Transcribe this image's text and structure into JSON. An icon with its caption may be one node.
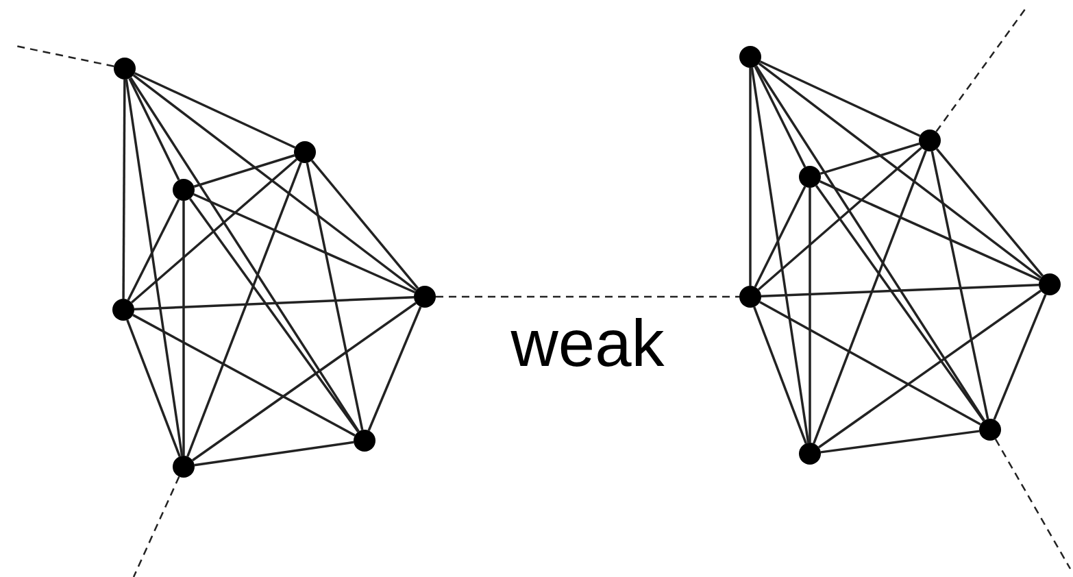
{
  "diagram": {
    "nodes": [
      {
        "text": [],
        "shape": "circle"
      },
      {
        "text": [],
        "shape": "circle"
      },
      {
        "text": [],
        "shape": "circle"
      },
      {
        "text": [],
        "shape": "circle"
      },
      {
        "text": [],
        "shape": "circle"
      },
      {
        "text": [],
        "shape": "circle"
      },
      {
        "text": [],
        "shape": "circle"
      },
      {
        "text": [],
        "shape": "circle"
      },
      {
        "text": [],
        "shape": "circle"
      },
      {
        "text": [],
        "shape": "circle"
      },
      {
        "text": [],
        "shape": "circle"
      },
      {
        "text": [],
        "shape": "circle"
      },
      {
        "text": [],
        "shape": "circle"
      },
      {
        "text": [],
        "shape": "circle"
      }
    ],
    "edges": [
      {
        "from": 0,
        "to": 1,
        "arrow": "none"
      },
      {
        "from": 0,
        "to": 2,
        "arrow": "none"
      },
      {
        "from": 0,
        "to": 3,
        "arrow": "none"
      },
      {
        "from": 0,
        "to": 4,
        "arrow": "none"
      },
      {
        "from": 0,
        "to": 5,
        "arrow": "none"
      },
      {
        "from": 0,
        "to": 6,
        "arrow": "none"
      },
      {
        "from": 1,
        "to": 2,
        "arrow": "none"
      },
      {
        "from": 1,
        "to": 3,
        "arrow": "none"
      },
      {
        "from": 1,
        "to": 4,
        "arrow": "none"
      },
      {
        "from": 1,
        "to": 5,
        "arrow": "none"
      },
      {
        "from": 1,
        "to": 6,
        "arrow": "none"
      },
      {
        "from": 2,
        "to": 3,
        "arrow": "none"
      },
      {
        "from": 2,
        "to": 4,
        "arrow": "none"
      },
      {
        "from": 2,
        "to": 5,
        "arrow": "none"
      },
      {
        "from": 2,
        "to": 6,
        "arrow": "none"
      },
      {
        "from": 3,
        "to": 4,
        "arrow": "none"
      },
      {
        "from": 3,
        "to": 5,
        "arrow": "none"
      },
      {
        "from": 3,
        "to": 6,
        "arrow": "none"
      },
      {
        "from": 4,
        "to": 5,
        "arrow": "none"
      },
      {
        "from": 4,
        "to": 6,
        "arrow": "none"
      },
      {
        "from": 5,
        "to": 6,
        "arrow": "none"
      },
      {
        "from": 7,
        "to": 8,
        "arrow": "none"
      },
      {
        "from": 7,
        "to": 9,
        "arrow": "none"
      },
      {
        "from": 7,
        "to": 10,
        "arrow": "none"
      },
      {
        "from": 7,
        "to": 11,
        "arrow": "none"
      },
      {
        "from": 7,
        "to": 12,
        "arrow": "none"
      },
      {
        "from": 7,
        "to": 13,
        "arrow": "none"
      },
      {
        "from": 8,
        "to": 9,
        "arrow": "none"
      },
      {
        "from": 8,
        "to": 10,
        "arrow": "none"
      },
      {
        "from": 8,
        "to": 11,
        "arrow": "none"
      },
      {
        "from": 8,
        "to": 12,
        "arrow": "none"
      },
      {
        "from": 8,
        "to": 13,
        "arrow": "none"
      },
      {
        "from": 9,
        "to": 10,
        "arrow": "none"
      },
      {
        "from": 9,
        "to": 11,
        "arrow": "none"
      },
      {
        "from": 9,
        "to": 12,
        "arrow": "none"
      },
      {
        "from": 9,
        "to": 13,
        "arrow": "none"
      },
      {
        "from": 10,
        "to": 11,
        "arrow": "none"
      },
      {
        "from": 10,
        "to": 12,
        "arrow": "none"
      },
      {
        "from": 10,
        "to": 13,
        "arrow": "none"
      },
      {
        "from": 11,
        "to": 12,
        "arrow": "none"
      },
      {
        "from": 11,
        "to": 13,
        "arrow": "none"
      },
      {
        "from": 12,
        "to": 13,
        "arrow": "none"
      },
      {
        "from": 4,
        "to": 10,
        "arrow": "none",
        "style": "dashed",
        "label": "weak"
      },
      {
        "from": 0,
        "to": null,
        "arrow": "none",
        "style": "dashed"
      },
      {
        "from": 5,
        "to": null,
        "arrow": "none",
        "style": "dashed"
      },
      {
        "from": 8,
        "to": null,
        "arrow": "none",
        "style": "dashed"
      },
      {
        "from": 13,
        "to": null,
        "arrow": "none",
        "style": "dashed"
      }
    ]
  }
}
